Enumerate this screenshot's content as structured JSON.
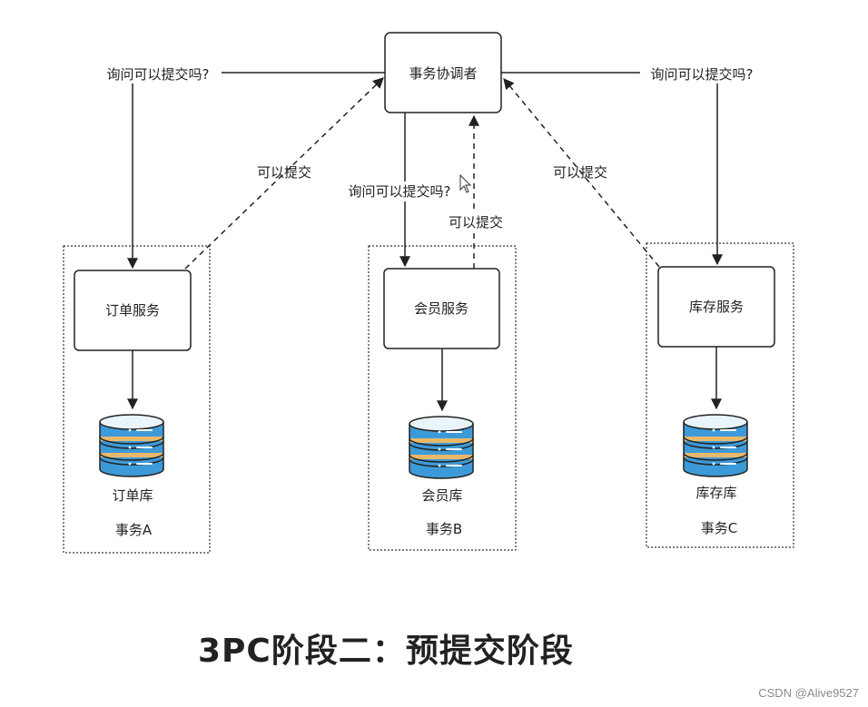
{
  "coordinator": {
    "label": "事务协调者"
  },
  "services": [
    {
      "id": "a",
      "service": "订单服务",
      "db": "订单库",
      "txn": "事务A",
      "ask_label": "询问可以提交吗?",
      "reply_label": "可以提交"
    },
    {
      "id": "b",
      "service": "会员服务",
      "db": "会员库",
      "txn": "事务B",
      "ask_label": "询问可以提交吗?",
      "reply_label": "可以提交"
    },
    {
      "id": "c",
      "service": "库存服务",
      "db": "库存库",
      "txn": "事务C",
      "ask_label": "询问可以提交吗?",
      "reply_label": "可以提交"
    }
  ],
  "title": "3PC阶段二：预提交阶段",
  "watermark": "CSDN @Alive9527",
  "colors": {
    "db_blue": "#3d9ad8",
    "db_orange": "#e8b86a",
    "stroke": "#222222"
  }
}
